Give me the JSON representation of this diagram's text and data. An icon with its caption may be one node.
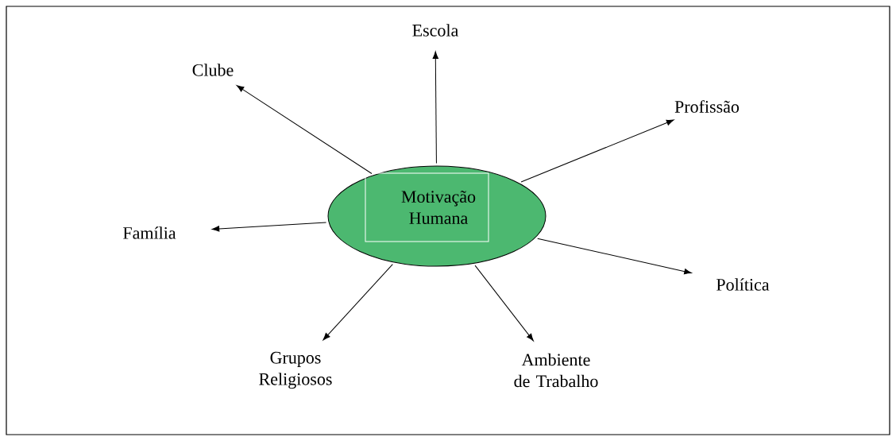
{
  "diagram": {
    "nodes": [
      {
        "text": [
          "Motivação Humana"
        ]
      },
      {
        "text": [
          "Clube"
        ]
      },
      {
        "text": [
          "Escola"
        ]
      },
      {
        "text": [
          "Profissão"
        ]
      },
      {
        "text": [
          "Família"
        ]
      },
      {
        "text": [
          "Política"
        ]
      },
      {
        "text": [
          "Grupos Religiosos"
        ]
      },
      {
        "text": [
          "Ambiente de Trabalho"
        ]
      }
    ],
    "edges": [
      {
        "from": 0,
        "to": 1,
        "arrow": "to"
      },
      {
        "from": 0,
        "to": 2,
        "arrow": "to"
      },
      {
        "from": 0,
        "to": 3,
        "arrow": "to"
      },
      {
        "from": 0,
        "to": 4,
        "arrow": "to"
      },
      {
        "from": 0,
        "to": 5,
        "arrow": "to"
      },
      {
        "from": 0,
        "to": 6,
        "arrow": "to"
      },
      {
        "from": 0,
        "to": 7,
        "arrow": "to"
      }
    ]
  }
}
